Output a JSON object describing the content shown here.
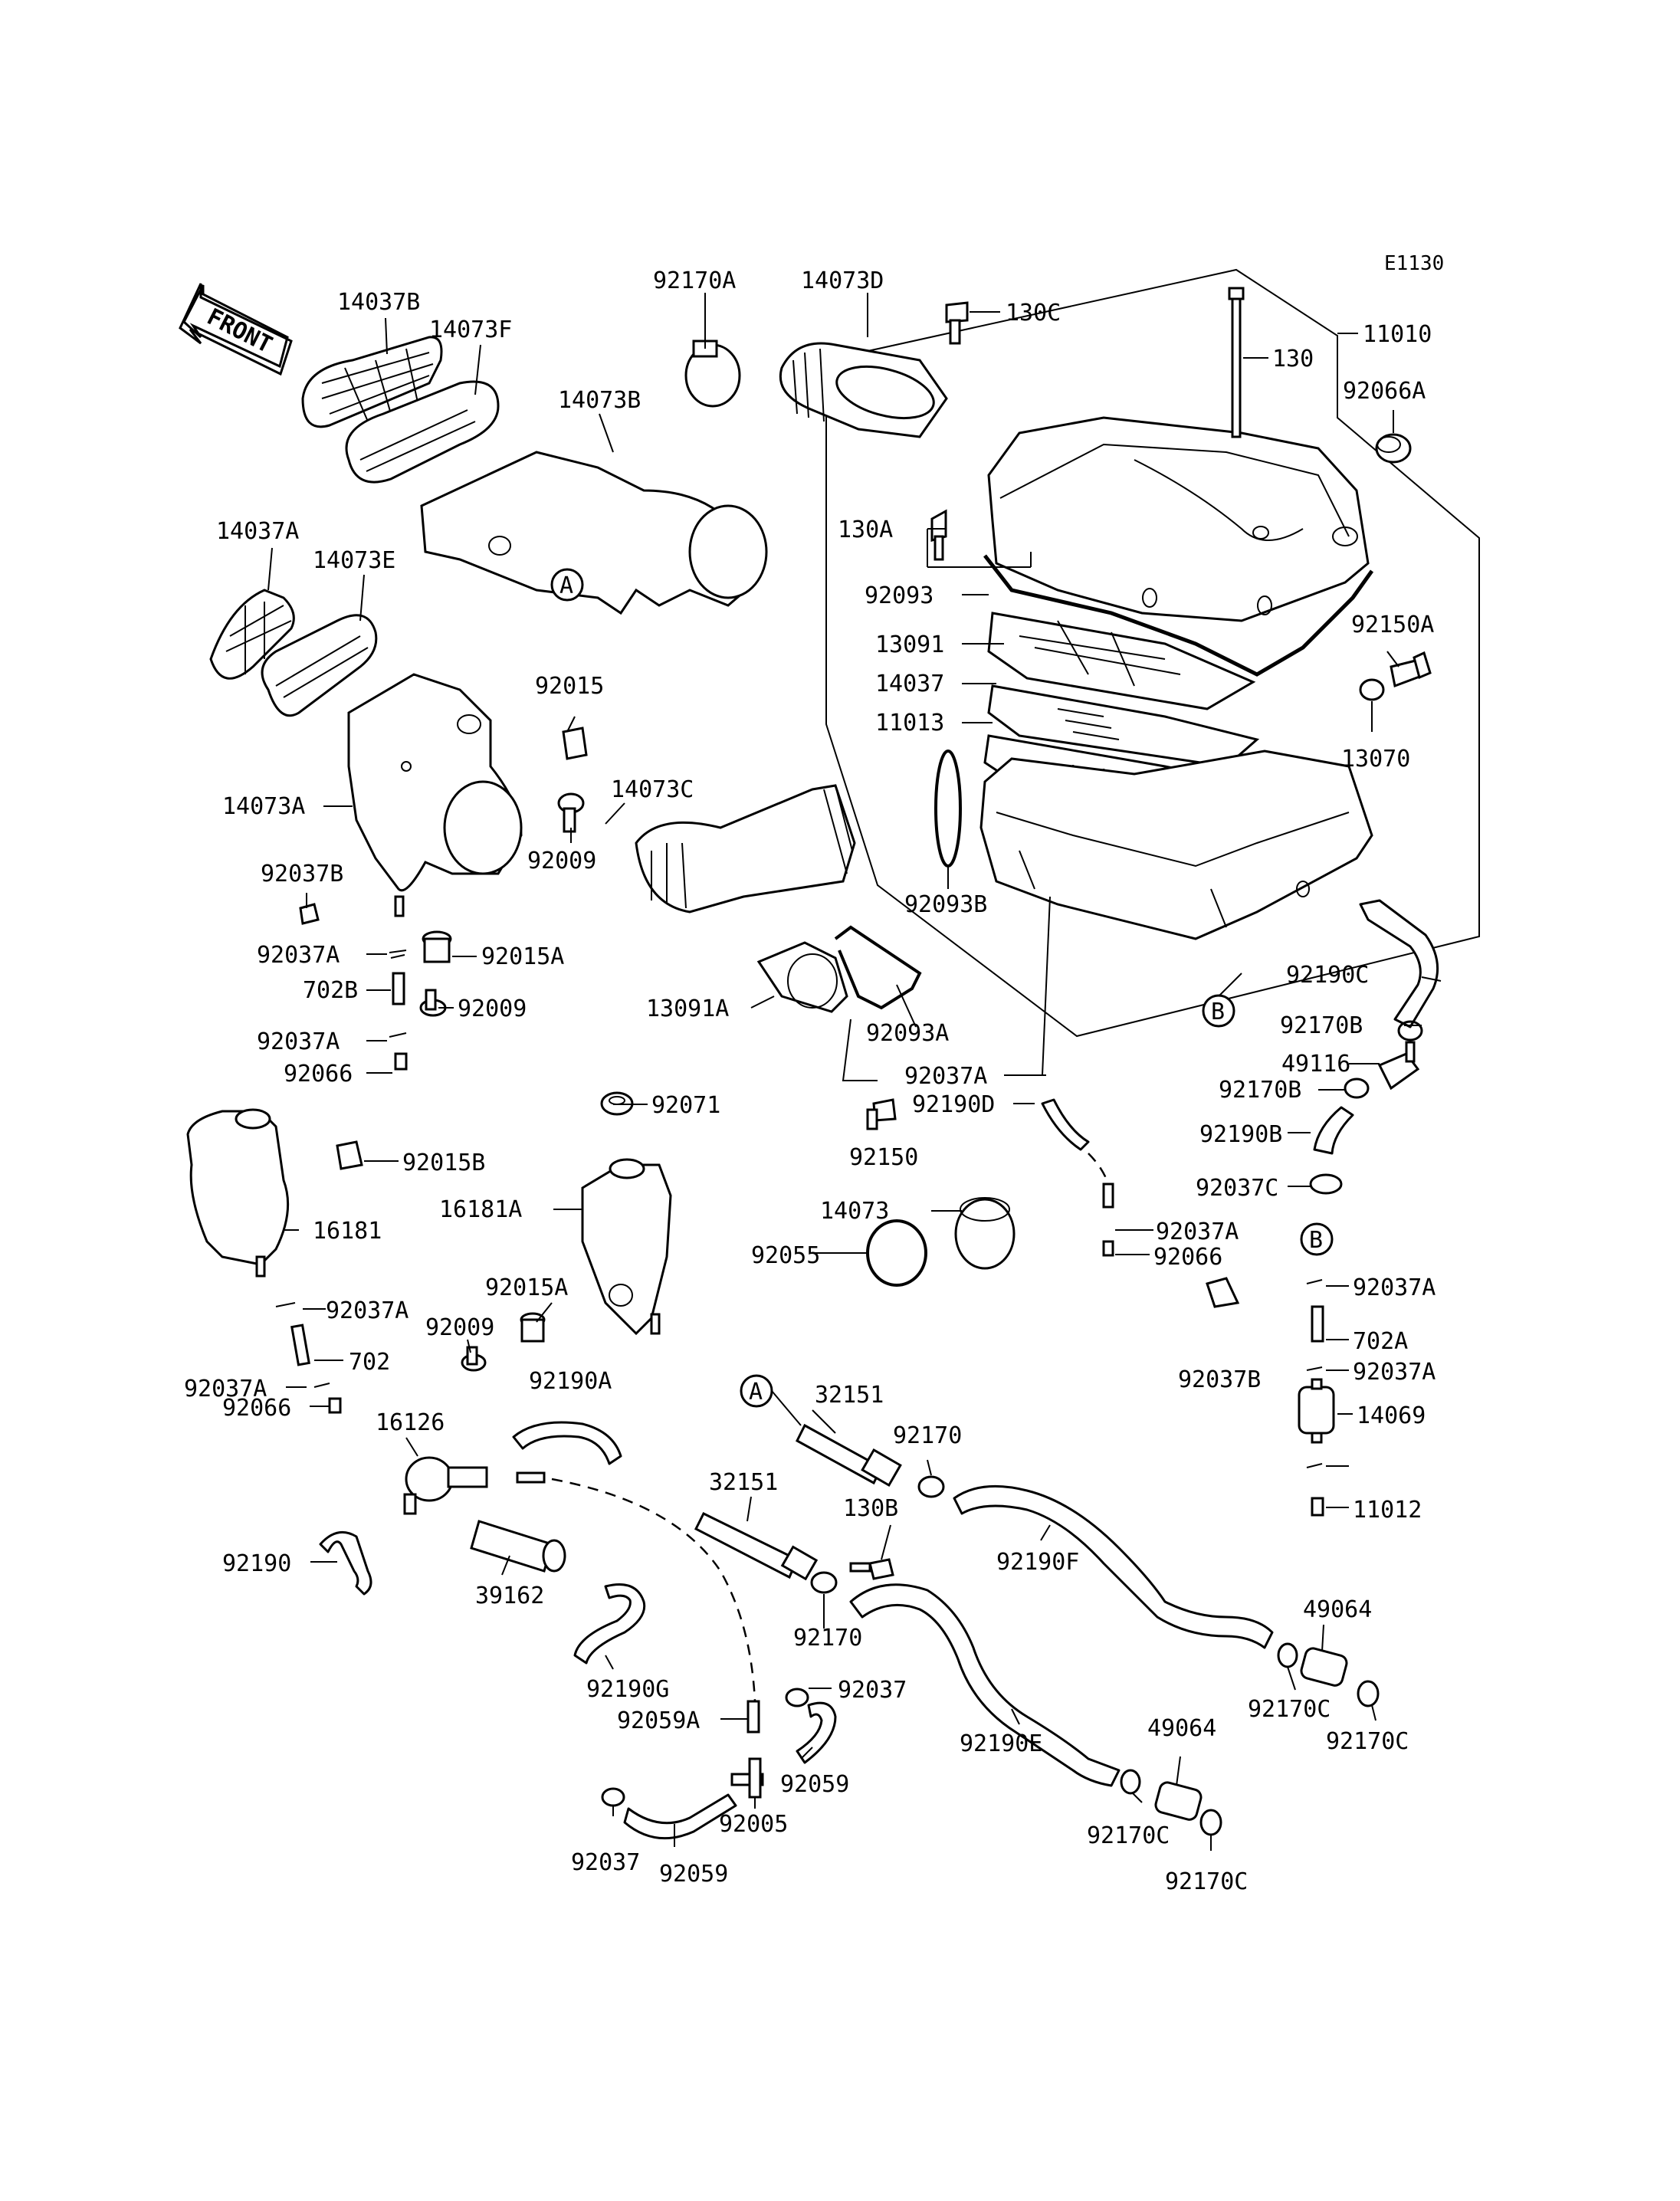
{
  "diagram_code": "E1130",
  "front_label": "FRONT",
  "markers": {
    "a": "A",
    "b": "B"
  },
  "labels": [
    "14037B",
    "14073F",
    "92170A",
    "14073D",
    "130C",
    "130",
    "11010",
    "92066A",
    "14073B",
    "14037A",
    "14073E",
    "130A",
    "92093",
    "13091",
    "14037",
    "11013",
    "92150A",
    "13070",
    "92015",
    "14073A",
    "14073C",
    "92009",
    "92093B",
    "92037B",
    "92037A",
    "92015A",
    "702B",
    "92009",
    "13091A",
    "92093A",
    "92190C",
    "92170B",
    "92037A",
    "92066",
    "49116",
    "92037A",
    "92190D",
    "92170B",
    "92190B",
    "92071",
    "92015B",
    "92150",
    "14073",
    "16181A",
    "92037C",
    "16181",
    "92055",
    "92037A",
    "92066",
    "92015A",
    "92037A",
    "92009",
    "92037B",
    "702A",
    "702",
    "92037A",
    "92037A",
    "92190A",
    "92066",
    "32151",
    "14069",
    "16126",
    "92170",
    "92037A",
    "32151",
    "130B",
    "11012",
    "92190F",
    "92190",
    "39162",
    "92170",
    "49064",
    "92190G",
    "92037",
    "92170C",
    "92059A",
    "92170C",
    "92190E",
    "49064",
    "92059",
    "92005",
    "92170C",
    "92037",
    "92059",
    "92170C"
  ]
}
